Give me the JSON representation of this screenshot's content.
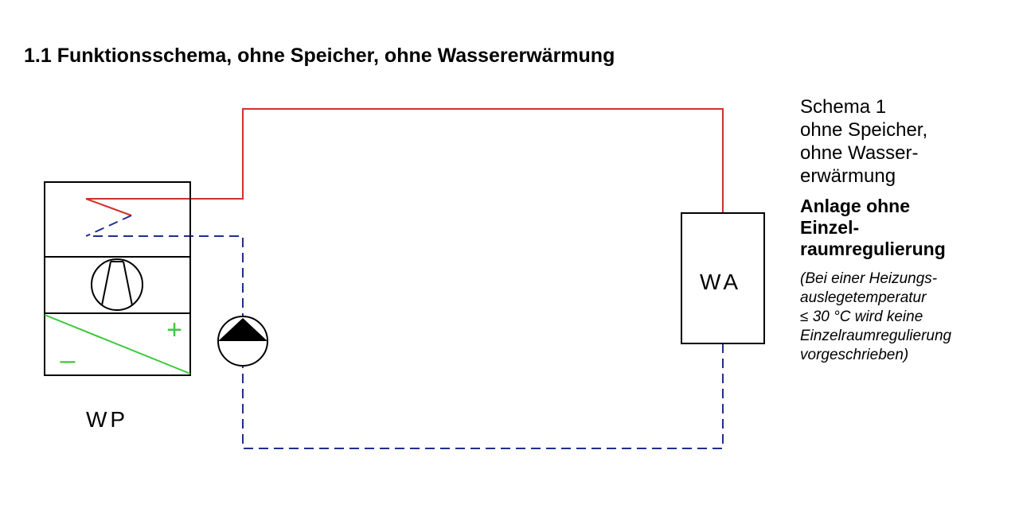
{
  "title": "1.1 Funktionsschema, ohne Speicher, ohne Wassererwärmung",
  "diagram": {
    "heat_pump_label": "WP",
    "radiator_label": "WA",
    "plus_sign": "+",
    "minus_sign": "–"
  },
  "side": {
    "schema_title_lines": [
      "Schema 1",
      "ohne Speicher,",
      "ohne Wasser-",
      "erwärmung"
    ],
    "subtitle_lines": [
      "Anlage ohne",
      "Einzel-",
      "raumregulierung"
    ],
    "note_lines": [
      "(Bei einer Heizungs-",
      "auslegetemperatur",
      "≤ 30 °C wird keine",
      "Einzelraumregulierung",
      "vorgeschrieben)"
    ]
  },
  "colors": {
    "supply_line": "#d0312d",
    "return_line": "#1f2f8c",
    "ground_line": "#3cc83c",
    "outline": "#000000"
  }
}
